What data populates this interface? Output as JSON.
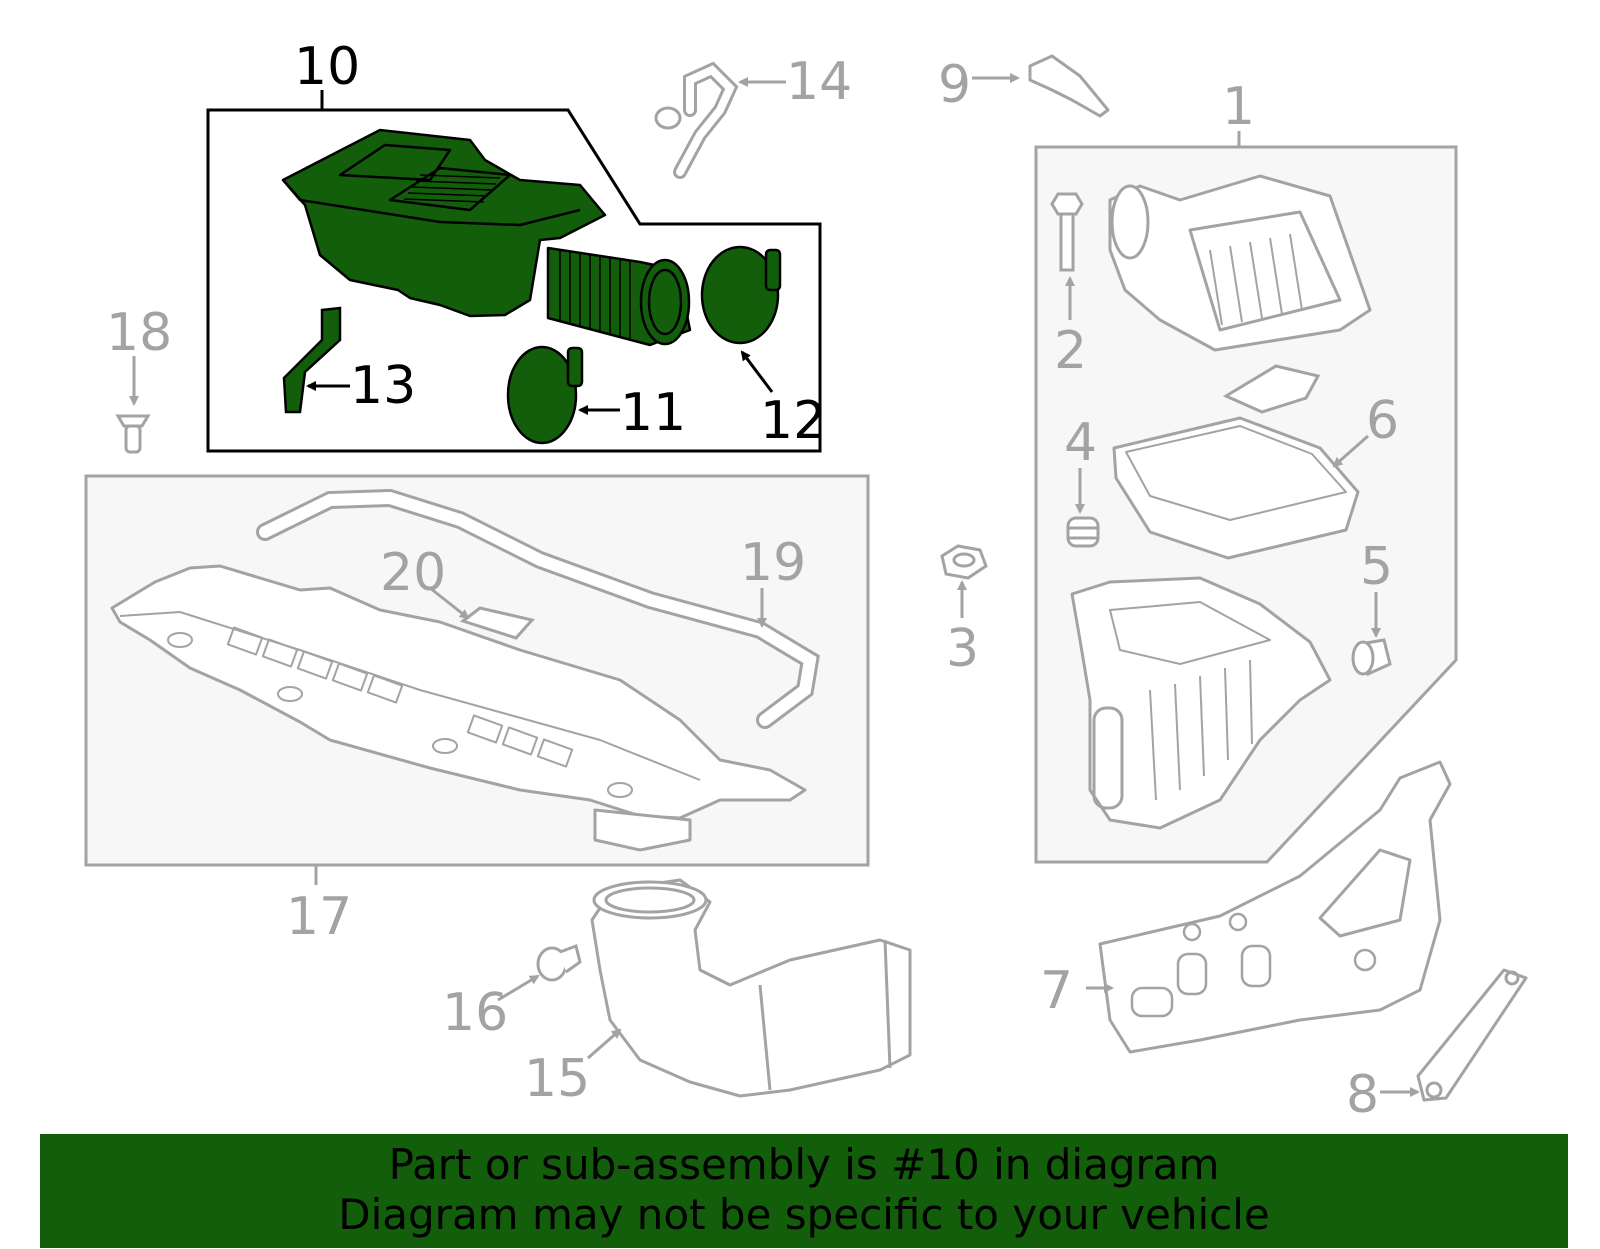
{
  "colors": {
    "highlight_fill": "#125e0b",
    "part_outline": "#a3a3a3",
    "box_fill": "#f7f7f7",
    "banner_bg": "#125e0b",
    "banner_text": "#000000"
  },
  "callouts": {
    "c1": "1",
    "c2": "2",
    "c3": "3",
    "c4": "4",
    "c5": "5",
    "c6": "6",
    "c7": "7",
    "c8": "8",
    "c9": "9",
    "c10": "10",
    "c11": "11",
    "c12": "12",
    "c13": "13",
    "c14": "14",
    "c15": "15",
    "c16": "16",
    "c17": "17",
    "c18": "18",
    "c19": "19",
    "c20": "20"
  },
  "highlighted_callout": "10",
  "banner": {
    "line1": "Part or sub-assembly is #10 in diagram",
    "line2": "Diagram may not be specific to your vehicle"
  }
}
